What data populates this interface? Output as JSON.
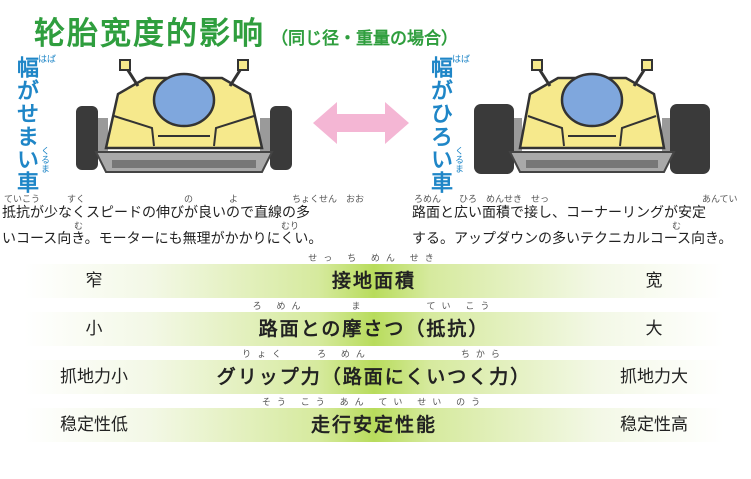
{
  "title": {
    "main": "轮胎宽度的影响",
    "sub": "（同じ径・重量の場合）"
  },
  "left_car": {
    "label": "幅がせまい車",
    "ruby_top": "はば",
    "ruby_bottom": "くるま",
    "desc_ruby": "ていこう　　　すく　　　　　　　　　　　の　　　　よ　　　　　　ちょくせん　おお",
    "desc_line1": "抵抗が少なくスピードの伸びが良いので直線の多",
    "desc_ruby2": "む　　　　　　　　　　　　　　　　　　　　　　むり",
    "desc_line2": "いコース向き。モーターにも無理がかかりにくい。"
  },
  "right_car": {
    "label": "幅がひろい車",
    "ruby_top": "はば",
    "ruby_bottom": "くるま",
    "desc_ruby": "ろめん　　ひろ　めんせき　せっ　　　　　　　　　　　　　　　　　あんてい",
    "desc_line1": "路面と広い面積で接し、コーナーリングが安定",
    "desc_ruby2": "む",
    "desc_line2": "する。アップダウンの多いテクニカルコース向き。"
  },
  "rows": [
    {
      "left": "窄",
      "center": "接地面積",
      "ruby": "せっ ち めん せき",
      "right": "宽"
    },
    {
      "left": "小",
      "center": "路面との摩さつ（抵抗）",
      "ruby": "ろ めん　　　ま　　　　てい こう",
      "right": "大"
    },
    {
      "left": "抓地力小",
      "center": "グリップ力（路面にくいつく力）",
      "ruby": "りょく　　ろ めん　　　　　　ちから",
      "right": "抓地力大"
    },
    {
      "left": "稳定性低",
      "center": "走行安定性能",
      "ruby": "そう こう あん てい せい のう",
      "right": "稳定性高"
    }
  ],
  "colors": {
    "title": "#2f9e3e",
    "label": "#1f86c7",
    "car_body": "#f6e98c",
    "car_dome": "#7fa7dd",
    "tire": "#3a3a3a",
    "arrow": "#f4b6d4",
    "band_center": "#b8dc5c"
  }
}
